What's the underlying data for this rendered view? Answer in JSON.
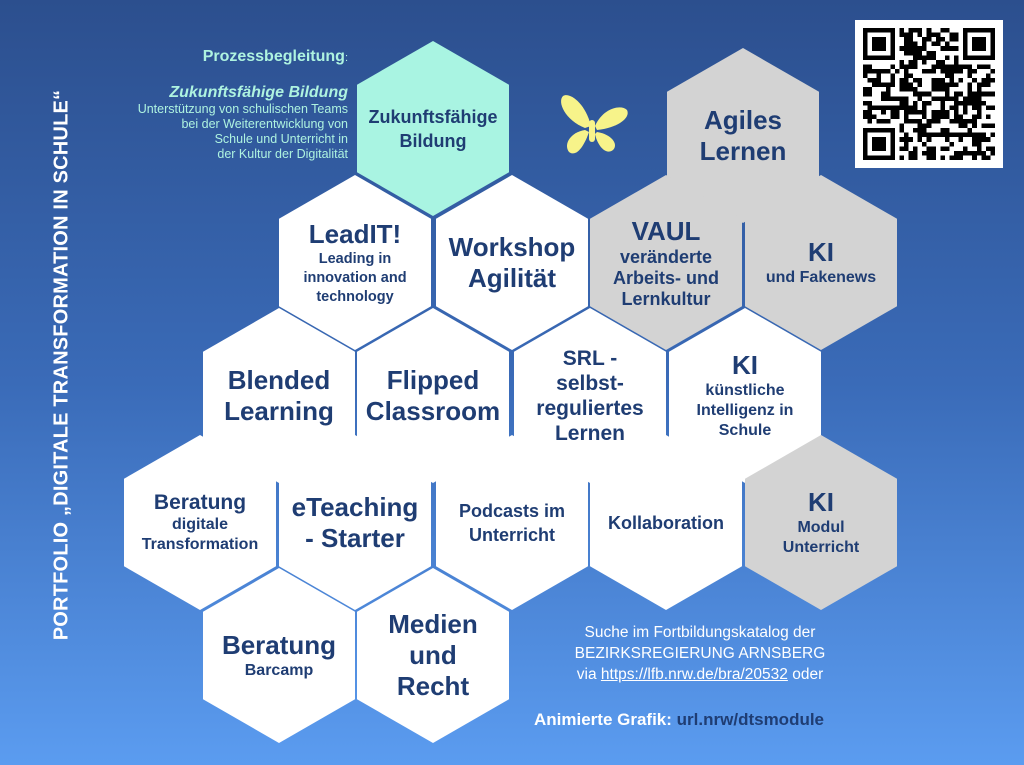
{
  "title": "PORTFOLIO „DIGITALE TRANSFORMATION IN SCHULE“",
  "intro": {
    "heading": "Prozessbegleitung",
    "colon": ":",
    "subtitle": "Zukunftsfähige Bildung",
    "description": "Unterstützung von schulischen Teams\nbei der Weiterentwicklung von\nSchule und Unterricht in\nder Kultur der Digitalität"
  },
  "hexes": [
    {
      "title": "Zukunftsfähige\nBildung",
      "color": "mint"
    },
    {
      "title": "Agiles\nLernen",
      "color": "gray"
    },
    {
      "title": "LeadIT!",
      "subtitle": "Leading in\ninnovation and\ntechnology",
      "color": "white"
    },
    {
      "title": "Workshop\nAgilität",
      "color": "white"
    },
    {
      "title": "VAUL",
      "subtitle": "veränderte\nArbeits- und\nLernkultur",
      "color": "gray"
    },
    {
      "title": "KI",
      "subtitle": "und Fakenews",
      "color": "gray"
    },
    {
      "title": "Blended\nLearning",
      "color": "white"
    },
    {
      "title": "Flipped\nClassroom",
      "color": "white"
    },
    {
      "title": "SRL -\nselbst-\nreguliertes\nLernen",
      "color": "white"
    },
    {
      "title": "KI",
      "subtitle": "künstliche\nIntelligenz in\nSchule",
      "color": "white"
    },
    {
      "title": "Beratung",
      "subtitle": "digitale\nTransformation",
      "color": "white"
    },
    {
      "title": "eTeaching\n- Starter",
      "color": "white"
    },
    {
      "title": "Podcasts im\nUnterricht",
      "color": "white"
    },
    {
      "title": "Kollaboration",
      "color": "white"
    },
    {
      "title": "KI",
      "subtitle": "Modul\nUnterricht",
      "color": "gray"
    },
    {
      "title": "Beratung",
      "subtitle": "Barcamp",
      "color": "white"
    },
    {
      "title": "Medien\nund\nRecht",
      "color": "white"
    }
  ],
  "search": {
    "line1": "Suche im Fortbildungskatalog der",
    "line2": "BEZIRKSREGIERUNG ARNSBERG",
    "via": "via",
    "link": "https://lfb.nrw.de/bra/20532",
    "oder": "oder"
  },
  "animated": {
    "label": "Animierte Grafik:",
    "url": "url.nrw/dtsmodule"
  },
  "colors": {
    "mint": "#a9f4e2",
    "gray": "#d3d3d3",
    "text": "#1f3d73",
    "butterfly": "#f7f38a"
  }
}
